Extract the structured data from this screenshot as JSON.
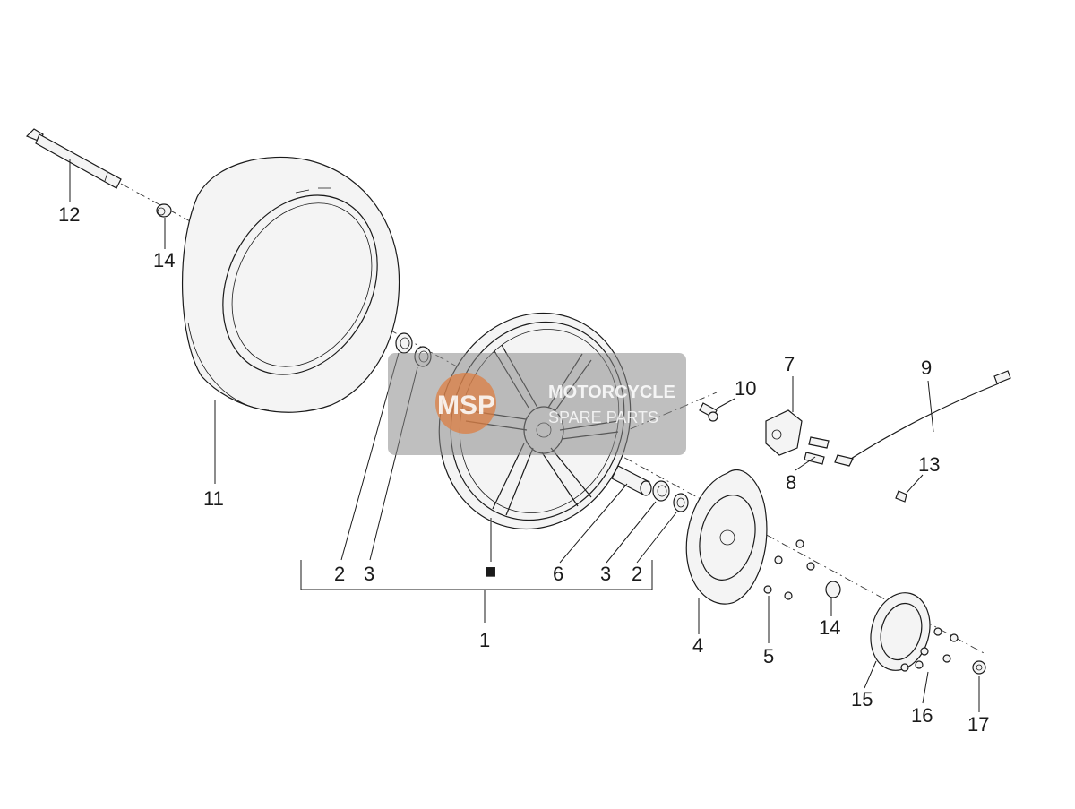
{
  "callouts": {
    "c1": "1",
    "c2a": "2",
    "c2b": "2",
    "c3a": "3",
    "c3b": "3",
    "c4": "4",
    "c5": "5",
    "c6": "6",
    "c7": "7",
    "c8": "8",
    "c9": "9",
    "c10": "10",
    "c11": "11",
    "c12": "12",
    "c13": "13",
    "c14a": "14",
    "c14b": "14",
    "c15": "15",
    "c16": "16",
    "c17": "17"
  },
  "kit_marker": "■",
  "watermark": {
    "logo_text": "MSP",
    "line1": "MOTORCYCLE",
    "line2": "SPARE PARTS"
  },
  "colors": {
    "line": "#1a1a1a",
    "watermark_box": "#8a8a8a",
    "watermark_logo": "#e07a3a"
  }
}
